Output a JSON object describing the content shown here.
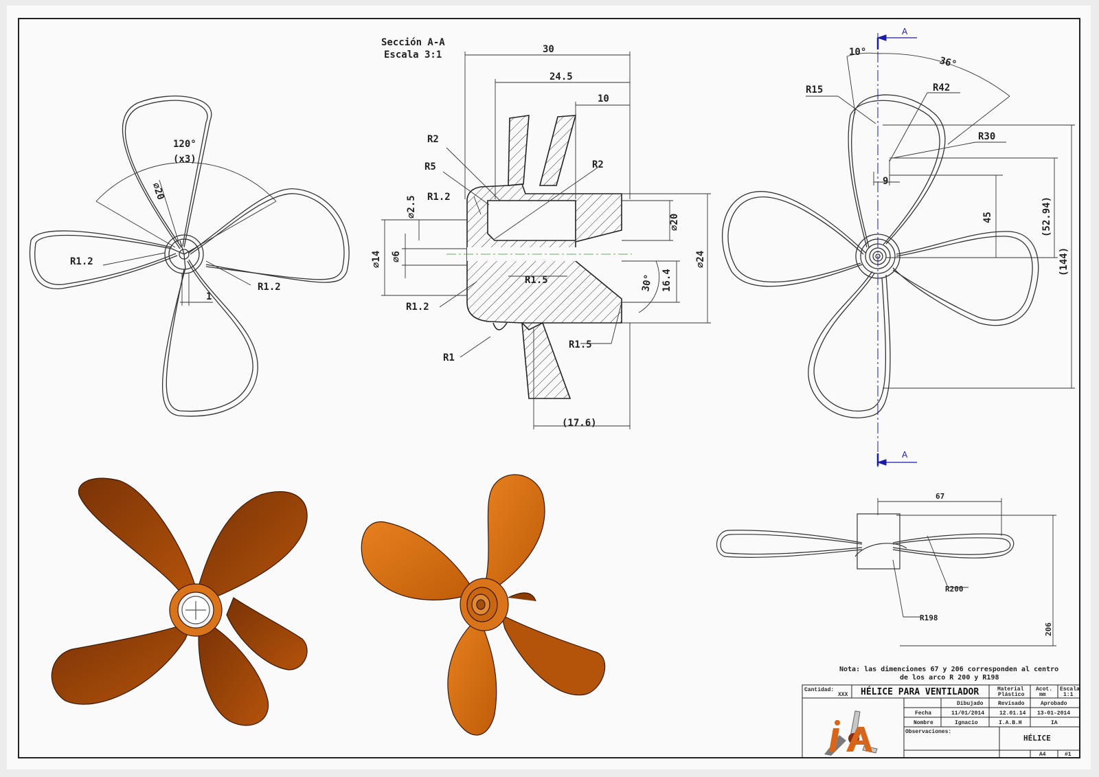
{
  "section": {
    "title": "Sección A-A",
    "scale": "Escala 3:1"
  },
  "front_view": {
    "angle": "120°",
    "count": "(x3)",
    "hub_dia": "⌀20",
    "r_left": "R1.2",
    "r_right": "R1.2",
    "offset": "1"
  },
  "section_view": {
    "d30": "30",
    "d24_5": "24.5",
    "d10": "10",
    "d17_6": "(17.6)",
    "r2_top": "R2",
    "r5": "R5",
    "r1_2_top": "R1.2",
    "r2_right": "R2",
    "r1_5_mid": "R1.5",
    "r1_2_bot": "R1.2",
    "r1": "R1",
    "r1_5_bot": "R1.5",
    "d2_5": "⌀2.5",
    "d14": "⌀14",
    "d6": "⌀6",
    "d20": "⌀20",
    "d16_4": "16.4",
    "d24": "⌀24",
    "ang30": "30°"
  },
  "right_view": {
    "ang10": "10°",
    "ang36": "36°",
    "r15": "R15",
    "r42": "R42",
    "r30": "R30",
    "d9": "9",
    "d45": "45",
    "d52_94": "(52.94)",
    "d144": "(144)",
    "cut_top": "A",
    "cut_bot": "A"
  },
  "bottom_view": {
    "d67": "67",
    "r200": "R200",
    "r198": "R198",
    "d206": "206"
  },
  "note": {
    "label": "Nota:",
    "line1": "las dimenciones 67 y 206 corresponden al centro",
    "line2": "de los arco R 200 y R198"
  },
  "title_block": {
    "cantidad_label": "Cantidad:",
    "cantidad_value": "XXX",
    "title": "HÉLICE PARA VENTILADOR",
    "material_label": "Material",
    "material_value": "Plástico",
    "acot_label": "Acot.",
    "acot_value": "mm",
    "escala_label": "Escala",
    "escala_value": "1:1",
    "col_dibujado": "Dibujado",
    "col_revisado": "Revisado",
    "col_aprobado": "Aprobado",
    "fecha_label": "Fecha",
    "fecha_dib": "11/01/2014",
    "fecha_rev": "12.01.14",
    "fecha_apr": "13-01-2014",
    "nombre_label": "Nombre",
    "nombre_dib": "Ignacio",
    "nombre_rev": "I.A.B.H",
    "nombre_apr": "IA",
    "obs_label": "Observaciones:",
    "part_name": "HÉLICE",
    "format": "A4",
    "sheet": "#1"
  },
  "colors": {
    "render": "#c8620a",
    "render_dark": "#7a3306",
    "line": "#222222",
    "cutline": "#1a1aa8"
  }
}
